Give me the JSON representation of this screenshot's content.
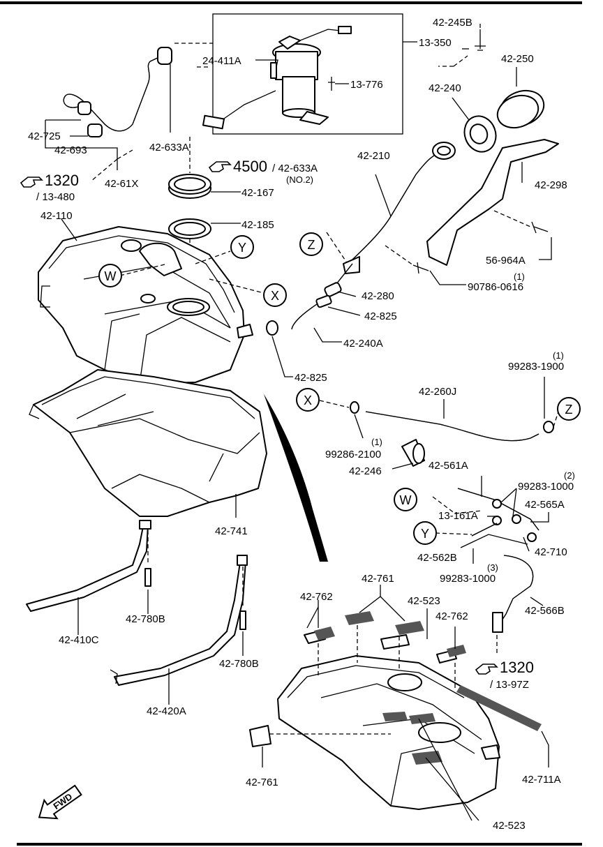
{
  "labels": {
    "l_42_245b": "42-245B",
    "l_13_350": "13-350",
    "l_24_411a": "24-411A",
    "l_13_776": "13-776",
    "l_42_250": "42-250",
    "l_42_240": "42-240",
    "l_42_725": "42-725",
    "l_42_693": "42-693",
    "l_42_633a": "42-633A",
    "l_42_61x": "42-61X",
    "l_1320_a": "1320",
    "l_13_480": "/ 13-480",
    "l_4500": "4500",
    "l_42_633a_2": "/ 42-633A",
    "l_no2": "(NO.2)",
    "l_42_210": "42-210",
    "l_42_298": "42-298",
    "l_42_167": "42-167",
    "l_42_110": "42-110",
    "l_42_185": "42-185",
    "l_56_964a": "56-964A",
    "l_one_a": "(1)",
    "l_90786": "90786-0616",
    "l_42_280": "42-280",
    "l_42_825_a": "42-825",
    "l_42_240a": "42-240A",
    "l_42_825_b": "42-825",
    "l_one_b": "(1)",
    "l_99283_1900": "99283-1900",
    "l_42_260j": "42-260J",
    "l_one_c": "(1)",
    "l_99286_2100": "99286-2100",
    "l_42_246": "42-246",
    "l_42_561a": "42-561A",
    "l_two": "(2)",
    "l_99283_1000_a": "99283-1000",
    "l_42_565a": "42-565A",
    "l_13_161a": "13-161A",
    "l_42_562b": "42-562B",
    "l_42_710": "42-710",
    "l_three": "(3)",
    "l_99283_1000_b": "99283-1000",
    "l_42_566b": "42-566B",
    "l_42_741": "42-741",
    "l_42_761_a": "42-761",
    "l_42_762_a": "42-762",
    "l_42_523_a": "42-523",
    "l_42_762_b": "42-762",
    "l_42_780b_a": "42-780B",
    "l_42_410c": "42-410C",
    "l_42_780b_b": "42-780B",
    "l_42_420a": "42-420A",
    "l_1320_b": "1320",
    "l_13_97z": "/ 13-97Z",
    "l_42_711a": "42-711A",
    "l_42_761_b": "42-761",
    "l_42_523_b": "42-523",
    "fwd": "FWD"
  },
  "markers": {
    "y_top": "Y",
    "w_top": "W",
    "x_top": "X",
    "z_left": "Z",
    "x_mid": "X",
    "z_right": "Z",
    "w_low": "W",
    "y_low": "Y"
  },
  "icons": {
    "reference": "pointing-hand-icon",
    "forward": "fwd-arrow-icon"
  }
}
